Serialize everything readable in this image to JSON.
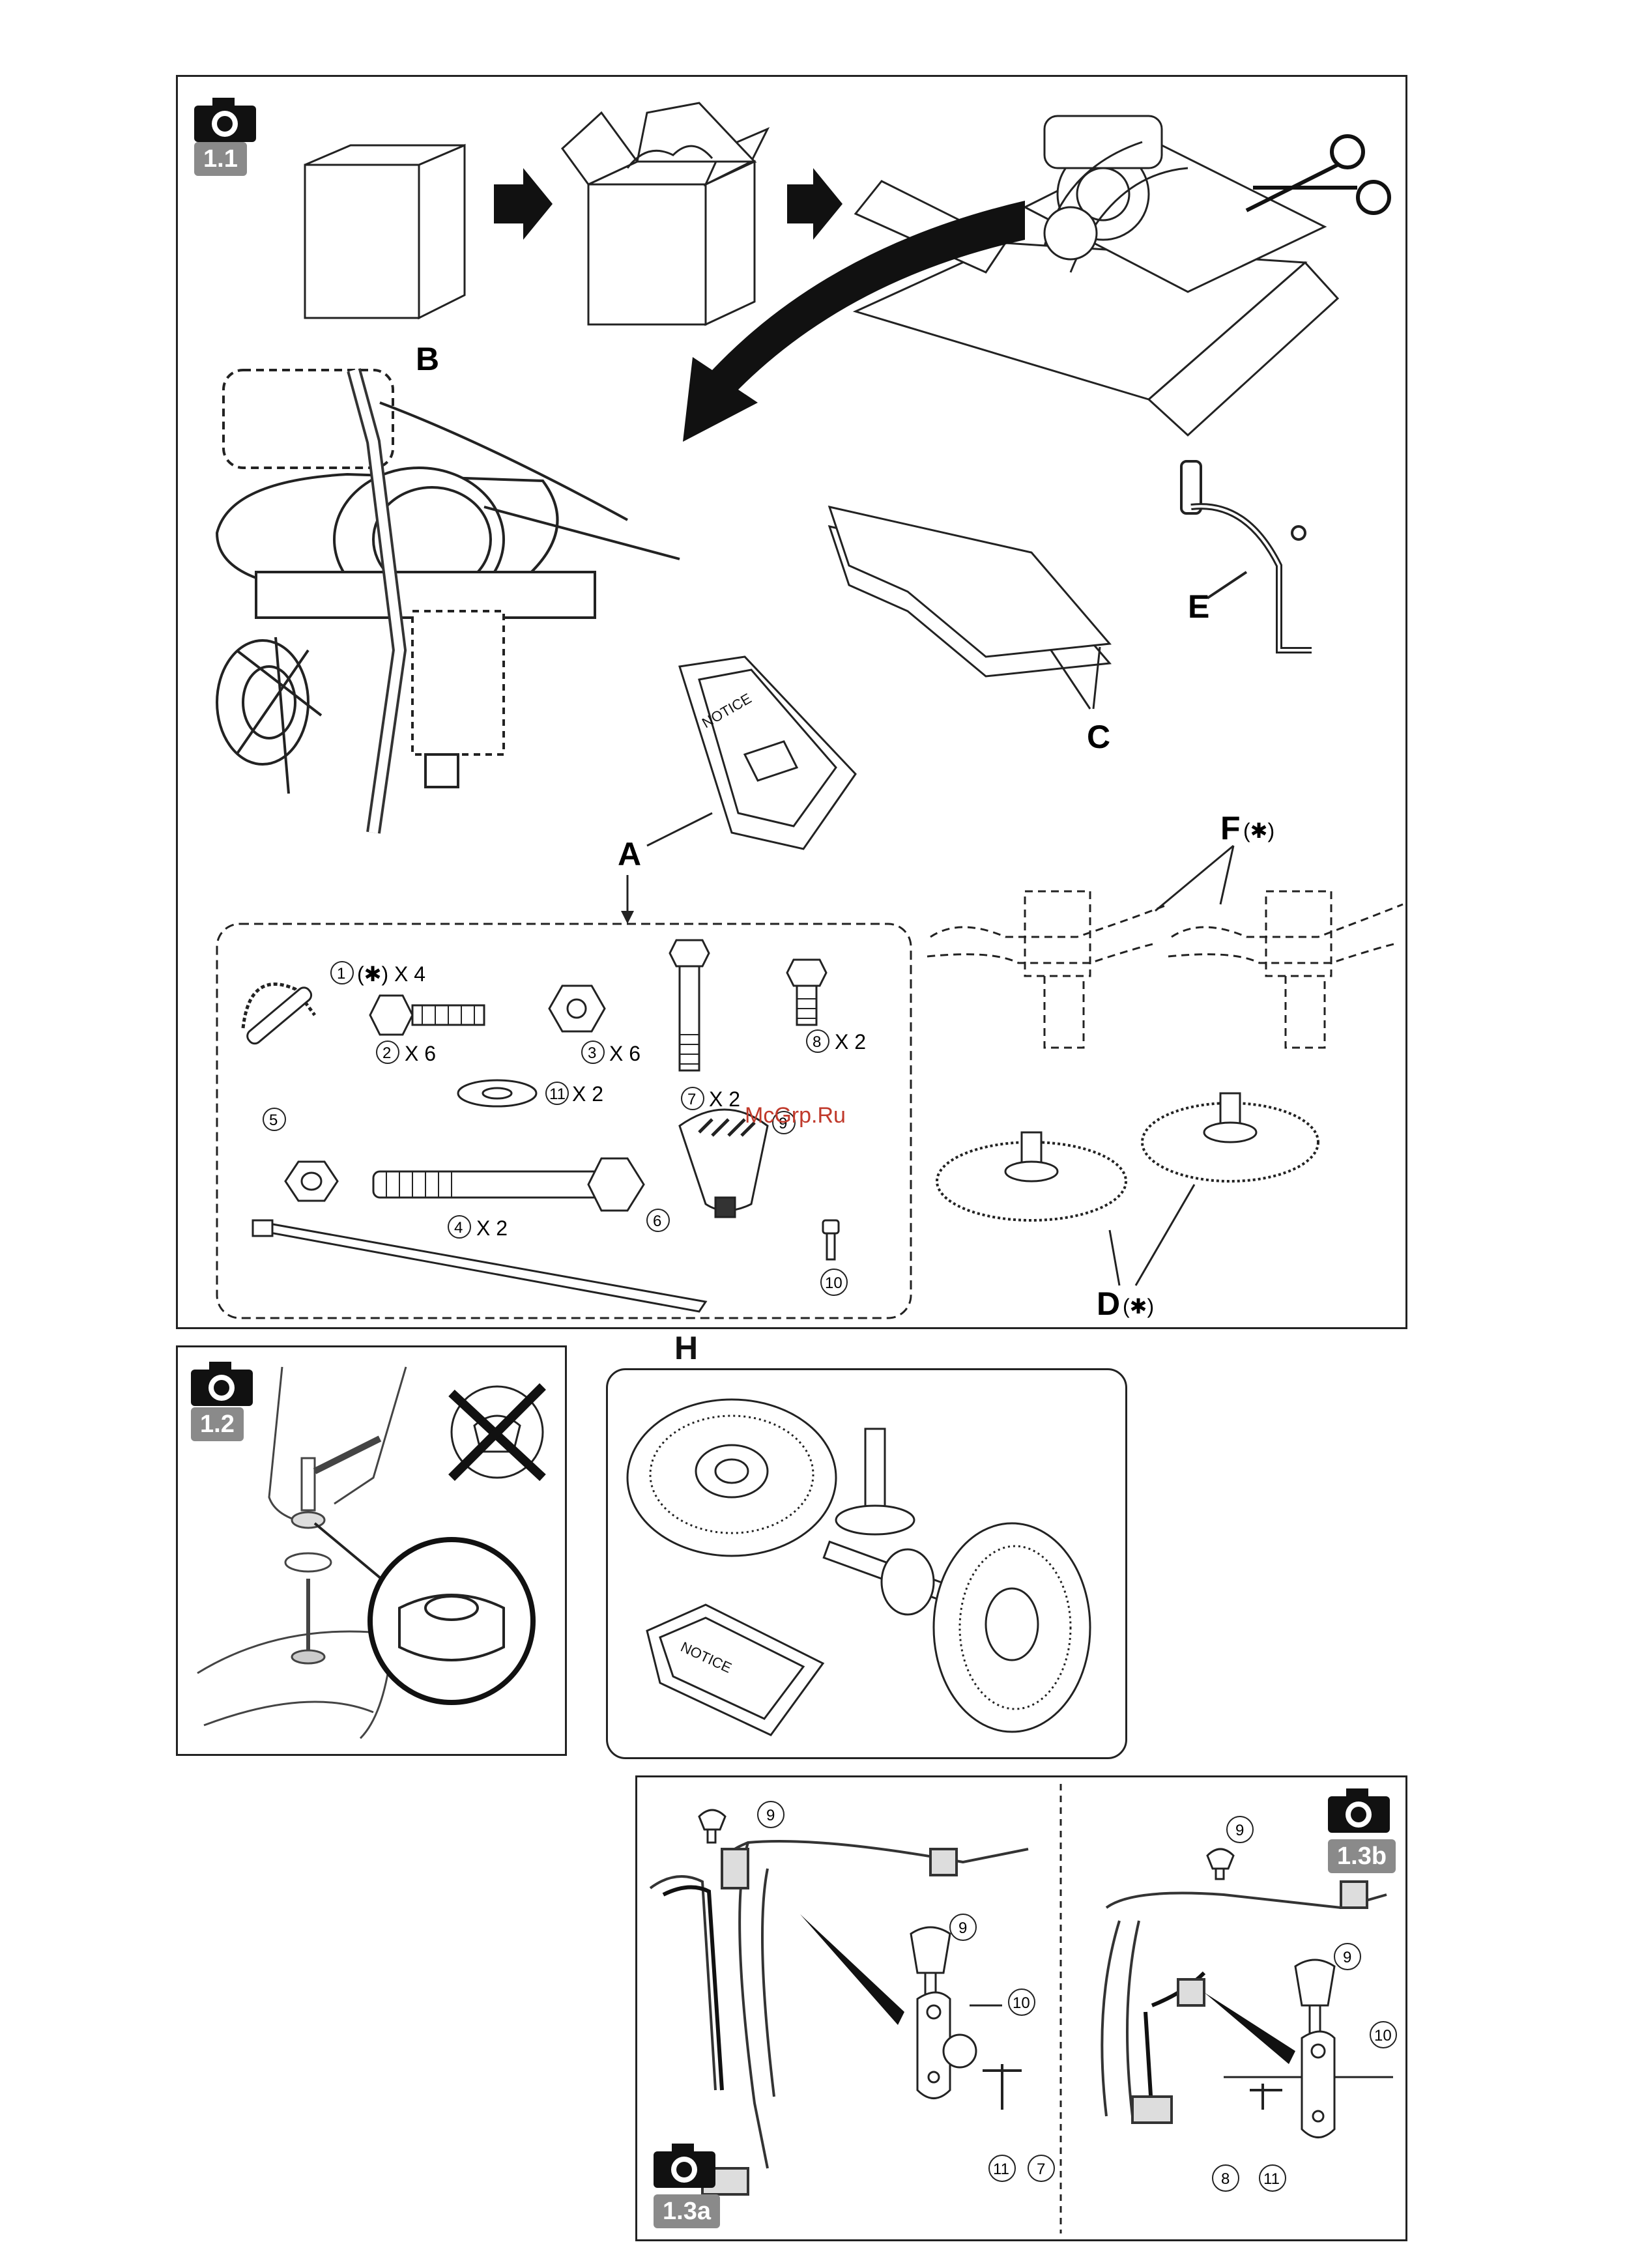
{
  "figures": {
    "fig_1_1": "1.1",
    "fig_1_2": "1.2",
    "fig_1_3a": "1.3a",
    "fig_1_3b": "1.3b"
  },
  "labels": {
    "A": "A",
    "B": "B",
    "C": "C",
    "D": "D",
    "E": "E",
    "F": "F",
    "H": "H"
  },
  "optional_mark": "(✱)",
  "notice_text": "NOTICE",
  "parts": {
    "p1_num": "1",
    "p1_qty": "(✱) X 4",
    "p2_num": "2",
    "p2_qty": "X 6",
    "p3_num": "3",
    "p3_qty": "X 6",
    "p4_num": "4",
    "p4_qty": "X 2",
    "p5_num": "5",
    "p6_num": "6",
    "p7_num": "7",
    "p7_qty": "X 2",
    "p8_num": "8",
    "p8_qty": "X 2",
    "p9_num": "9",
    "p10_num": "10",
    "p11_num": "11",
    "p11_qty": "X 2"
  },
  "callouts_1_3a": {
    "c9a": "9",
    "c9b": "9",
    "c10": "10",
    "c11": "11",
    "c7": "7"
  },
  "callouts_1_3b": {
    "c9a": "9",
    "c9b": "9",
    "c10": "10",
    "c8": "8",
    "c11": "11"
  },
  "watermark": "McGrp.Ru",
  "icons": [
    "camera-icon",
    "scissors-icon",
    "arrow-right-icon",
    "curved-arrow-icon",
    "cross-icon"
  ]
}
